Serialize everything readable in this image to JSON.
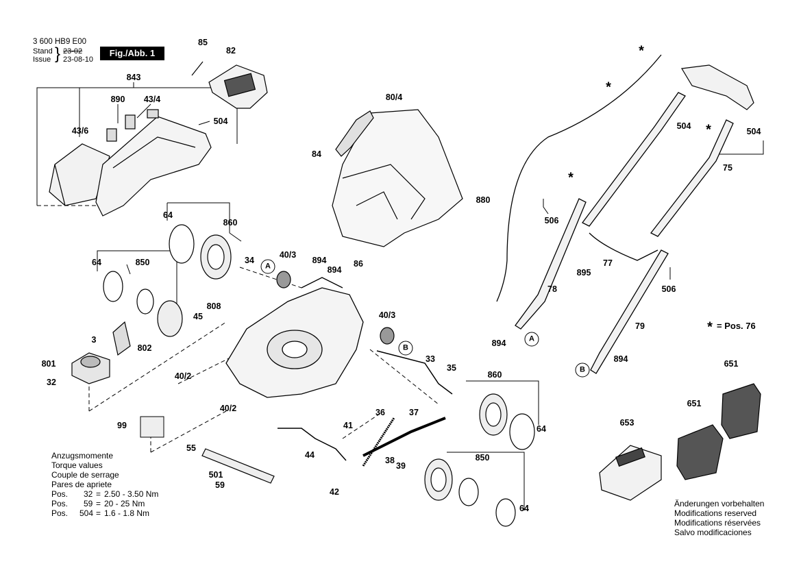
{
  "header": {
    "doc_number": "3 600 HB9 E00",
    "stand_label": "Stand",
    "issue_label": "Issue",
    "stand_date": "23-02",
    "issue_date": "23-08-10",
    "figure_tag": "Fig./Abb. 1"
  },
  "torque": {
    "title_de": "Anzugsmomente",
    "title_en": "Torque values",
    "title_fr": "Couple de serrage",
    "title_es": "Pares de apriete",
    "rows": [
      {
        "pos_label": "Pos.",
        "pos": "32",
        "eq": "=",
        "value": "2.50 - 3.50 Nm"
      },
      {
        "pos_label": "Pos.",
        "pos": "59",
        "eq": "=",
        "value": "20 - 25 Nm"
      },
      {
        "pos_label": "Pos.",
        "pos": "504",
        "eq": "=",
        "value": "1.6 - 1.8 Nm"
      }
    ]
  },
  "legend": {
    "star": "*",
    "text": "= Pos. 76"
  },
  "footer_notes": [
    "Änderungen vorbehalten",
    "Modifications reserved",
    "Modifications réservées",
    "Salvo modificaciones"
  ],
  "parts": {
    "p85": "85",
    "p82": "82",
    "p843": "843",
    "p890": "890",
    "p43_4": "43/4",
    "p43_6": "43/6",
    "p504a": "504",
    "p80_4": "80/4",
    "p84": "84",
    "p880": "880",
    "p64a": "64",
    "p860a": "860",
    "p34": "34",
    "p40_3a": "40/3",
    "p894a": "894",
    "p894b": "894",
    "p86": "86",
    "p64b": "64",
    "p850a": "850",
    "p808": "808",
    "p45": "45",
    "p3": "3",
    "p802": "802",
    "p801": "801",
    "p32": "32",
    "p40_2a": "40/2",
    "p40_3b": "40/3",
    "p33": "33",
    "p35": "35",
    "p860b": "860",
    "p64c": "64",
    "p40_2b": "40/2",
    "p99": "99",
    "p36": "36",
    "p37": "37",
    "p41": "41",
    "p55": "55",
    "p44": "44",
    "p38": "38",
    "p39": "39",
    "p42": "42",
    "p501": "501",
    "p59": "59",
    "p850b": "850",
    "p64d": "64",
    "p504b": "504",
    "p504c": "504",
    "p75": "75",
    "p506a": "506",
    "p77": "77",
    "p895": "895",
    "p78": "78",
    "p506b": "506",
    "p894c": "894",
    "p79": "79",
    "p894d": "894",
    "p653": "653",
    "p651a": "651",
    "p651b": "651",
    "ref_A": "A",
    "ref_B": "B"
  },
  "colors": {
    "ink": "#000000",
    "light_fill": "#f2f2f2",
    "mid_fill": "#d9d9d9",
    "dark_fill": "#333333"
  }
}
